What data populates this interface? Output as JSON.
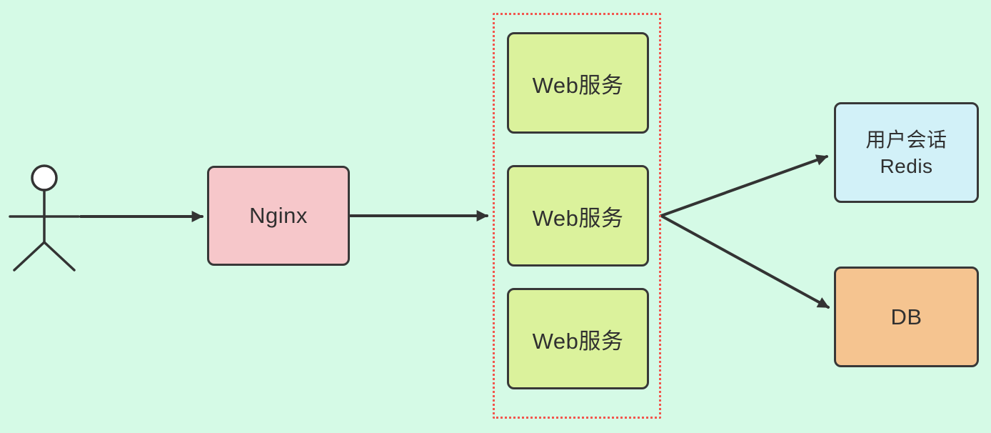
{
  "diagram": {
    "title": "Web service architecture with Nginx load balancer",
    "actor": {
      "name": "user"
    },
    "nodes": {
      "nginx": {
        "label": "Nginx"
      },
      "web_services": [
        {
          "label": "Web服务"
        },
        {
          "label": "Web服务"
        },
        {
          "label": "Web服务"
        }
      ],
      "redis": {
        "line1": "用户会话",
        "line2": "Redis"
      },
      "db": {
        "label": "DB"
      }
    },
    "edges": [
      {
        "from": "user",
        "to": "nginx"
      },
      {
        "from": "nginx",
        "to": "web-cluster"
      },
      {
        "from": "web-service-2",
        "to": "redis"
      },
      {
        "from": "web-service-2",
        "to": "db"
      }
    ],
    "colors": {
      "background": "#d5fae6",
      "nginx_fill": "#f6c7ca",
      "web_fill": "#dbf29c",
      "redis_fill": "#d2f1f8",
      "db_fill": "#f5c490",
      "node_border": "#383838",
      "cluster_border": "#f2564d",
      "arrow": "#333333"
    }
  }
}
